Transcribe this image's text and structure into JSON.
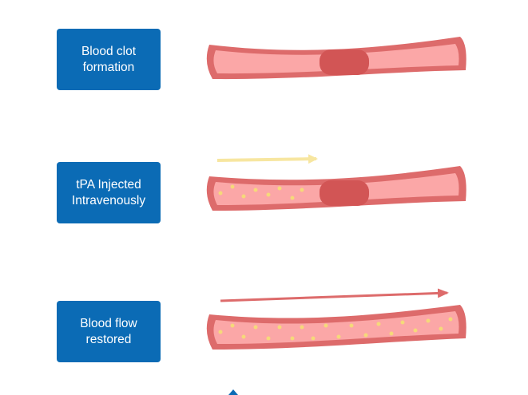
{
  "steps": [
    {
      "label_line1": "Blood clot",
      "label_line2": "formation"
    },
    {
      "label_line1": "tPA Injected",
      "label_line2": "Intravenously"
    },
    {
      "label_line1": "Blood flow",
      "label_line2": "restored"
    }
  ],
  "colors": {
    "box": "#0b6bb5",
    "vessel_wall": "#dd6b6b",
    "vessel_lumen": "#fba7a7",
    "clot": "#d25555",
    "tpa_particle": "#f5d97a",
    "tpa_arrow": "#f7e6a0",
    "flow_arrow": "#dd6b6b"
  }
}
